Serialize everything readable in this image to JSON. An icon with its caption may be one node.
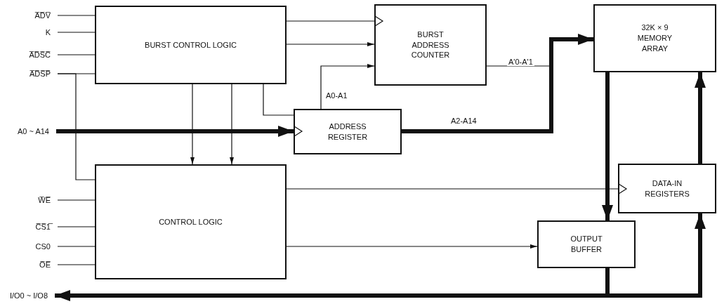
{
  "diagram": {
    "nodes": [
      {
        "text": [
          "BURST CONTROL LOGIC"
        ]
      },
      {
        "text": [
          "BURST ADDRESS COUNTER"
        ]
      },
      {
        "text": [
          "32K × 9 MEMORY ARRAY"
        ]
      },
      {
        "text": [
          "ADDRESS REGISTER"
        ]
      },
      {
        "text": [
          "CONTROL LOGIC"
        ]
      },
      {
        "text": [
          "DATA-IN REGISTERS"
        ]
      },
      {
        "text": [
          "OUTPUT BUFFER"
        ]
      },
      {
        "text": [
          "A̅D̅V̅"
        ]
      },
      {
        "text": [
          "K"
        ]
      },
      {
        "text": [
          "A̅D̅S̅C̅"
        ]
      },
      {
        "text": [
          "A̅D̅S̅P̅"
        ]
      },
      {
        "text": [
          "A0 ~ A14"
        ]
      },
      {
        "text": [
          "W̅E̅"
        ]
      },
      {
        "text": [
          "C̅S̅1̅"
        ]
      },
      {
        "text": [
          "CS0"
        ]
      },
      {
        "text": [
          "O̅E̅"
        ]
      },
      {
        "text": [
          "I/O0 ~ I/O8"
        ]
      }
    ],
    "edges": [
      {
        "from": 7,
        "to": 0,
        "arrow": "none"
      },
      {
        "from": 8,
        "to": 0,
        "arrow": "none"
      },
      {
        "from": 9,
        "to": 0,
        "arrow": "none"
      },
      {
        "from": 10,
        "to": 0,
        "arrow": "none"
      },
      {
        "from": 10,
        "to": 4,
        "arrow": "none"
      },
      {
        "from": 11,
        "to": 3,
        "arrow": "to",
        "style": "thick"
      },
      {
        "from": 0,
        "to": 1,
        "arrow": "to"
      },
      {
        "from": 0,
        "to": 1,
        "arrow": "to"
      },
      {
        "from": 3,
        "to": 1,
        "arrow": "to",
        "label": "A0-A1"
      },
      {
        "from": 0,
        "to": 3,
        "arrow": "none"
      },
      {
        "from": 0,
        "to": 4,
        "arrow": "to"
      },
      {
        "from": 0,
        "to": 4,
        "arrow": "to"
      },
      {
        "from": 1,
        "to": 2,
        "arrow": "to",
        "label": "A'0-A'1"
      },
      {
        "from": 3,
        "to": 2,
        "arrow": "to",
        "label": "A2-A14",
        "style": "thick"
      },
      {
        "from": 2,
        "to": 6,
        "arrow": "to",
        "style": "thick"
      },
      {
        "from": 5,
        "to": 2,
        "arrow": "to",
        "style": "thick"
      },
      {
        "from": 4,
        "to": 5,
        "arrow": "to"
      },
      {
        "from": 4,
        "to": 6,
        "arrow": "to"
      },
      {
        "from": 6,
        "to": 16,
        "arrow": "to",
        "style": "thick"
      },
      {
        "from": 16,
        "to": 5,
        "arrow": "to",
        "style": "thick"
      },
      {
        "from": 12,
        "to": 4,
        "arrow": "none"
      },
      {
        "from": 13,
        "to": 4,
        "arrow": "none"
      },
      {
        "from": 14,
        "to": 4,
        "arrow": "none"
      },
      {
        "from": 15,
        "to": 4,
        "arrow": "none"
      }
    ]
  }
}
